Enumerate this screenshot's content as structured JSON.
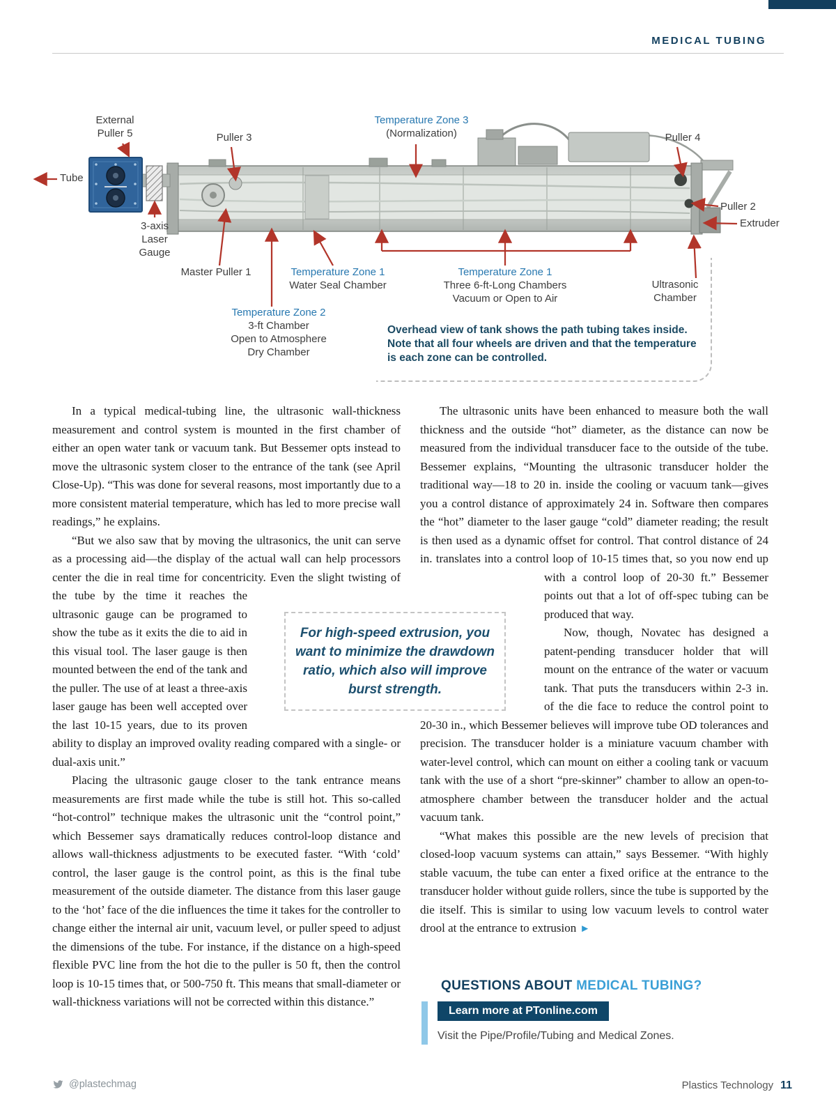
{
  "header": {
    "section_tag": "MEDICAL TUBING"
  },
  "diagram": {
    "labels": {
      "external_puller": {
        "l1": "External",
        "l2": "Puller 5"
      },
      "puller3": "Puller 3",
      "tz3": {
        "title": "Temperature Zone 3",
        "sub": "(Normalization)"
      },
      "puller4": "Puller 4",
      "tube": "Tube",
      "laser_gauge": {
        "l1": "3-axis",
        "l2": "Laser",
        "l3": "Gauge"
      },
      "puller2": "Puller 2",
      "extruder": "Extruder",
      "master_puller": "Master Puller 1",
      "tz1_water": {
        "title": "Temperature Zone 1",
        "sub": "Water Seal Chamber"
      },
      "tz1_chambers": {
        "title": "Temperature Zone 1",
        "sub1": "Three 6-ft-Long Chambers",
        "sub2": "Vacuum or Open to Air"
      },
      "ultrasonic": {
        "l1": "Ultrasonic",
        "l2": "Chamber"
      },
      "tz2": {
        "title": "Temperature Zone 2",
        "sub1": "3-ft Chamber",
        "sub2": "Open to Atmosphere",
        "sub3": "Dry Chamber"
      }
    },
    "caption": "Overhead view of tank shows the path tubing takes inside. Note that all four wheels are driven and that the temperature is each zone can be controlled."
  },
  "article": {
    "left": {
      "p1": "In a typical medical-tubing line, the ultrasonic wall-thickness measurement and control system is mounted in the first chamber of either an open water tank or vacuum tank. But Bessemer opts instead to move the ultrasonic system closer to the entrance of the tank (see April Close-Up). “This was done for several reasons, most importantly due to a more consistent material temperature, which has led to more precise wall readings,” he explains.",
      "p2a": "“But we also saw that by moving the ultrasonics, the unit can serve as a processing aid—the display of the actual wall can help processors center the die in real time for concentricity. Even the ",
      "p2b": "slight twisting of the tube by the time it reaches the ultrasonic gauge can be programed to show the tube as it exits the die to aid in this visual tool. The laser gauge is then mounted between the end of the tank and the puller. The use of at least a three-axis laser gauge has been well accepted over the last 10-15 years, due to its proven ability to display an improved ovality reading compared with a single- or dual-axis unit.”",
      "p3": "Placing the ultrasonic gauge closer to the tank entrance means measurements are first made while the tube is still hot. This so-called “hot-control” technique makes the ultrasonic unit the “control point,” which Bessemer says dramatically reduces control-loop distance and allows wall-thickness adjustments to be executed faster. “With ‘cold’ control, the laser gauge is the control point, as this is the final tube measurement of the outside diameter. The distance from this laser gauge to the ‘hot’ face of the die influences the time it takes for the controller to change either the internal air unit, vacuum level, or puller speed to adjust the dimensions of the tube. For instance, if the distance on a high-speed flexible PVC line from the hot die to the puller is 50 ft, then the control loop is 10-15 times that, or 500-750 ft. This means that small-diameter or wall-thickness variations will not be corrected within this distance.”"
    },
    "right": {
      "p1a": "The ultrasonic units have been enhanced to measure both the wall thickness and the outside “hot” diameter, as the distance can now be measured from the individual transducer face to the outside of the tube. Bessemer explains, “Mounting the ultrasonic transducer holder the traditional way—18 to 20 in. inside the cooling or vacuum tank—gives you a control distance of approximately 24 in. Software then compares the “hot” diameter to the laser gauge “cold” diameter reading; the result is then used as a dynamic offset for control. That control distance of 24 in. translates into a control loop of 10-15 times that, so ",
      "p1b": "you now end up with a control loop of 20-30 ft.” Bessemer points out that a lot of off-spec tubing can be produced that way.",
      "p2": "Now, though, Novatec has designed a patent-pending transducer holder that will mount on the entrance of the water or vacuum tank. That puts the transducers within 2-3 in. of the die face to reduce the control point to 20-30 in., which Bessemer believes will improve tube OD tolerances and precision. The transducer holder is a miniature vacuum chamber with water-level control, which can mount on either a cooling tank or vacuum tank with the use of a short “pre-skinner” chamber to allow an open-to-atmosphere chamber between the transducer holder and the actual vacuum tank.",
      "p3": "“What makes this possible are the new levels of precision that closed-loop vacuum systems can attain,” says Bessemer. “With highly stable vacuum, the tube can enter a fixed orifice at the entrance to the transducer holder without guide rollers, since the tube is supported by the die itself. This is similar to using low vacuum levels to control water drool at the entrance to extrusion",
      "continuation_arrow": "►"
    }
  },
  "pullquote": "For high-speed extrusion, you want to minimize the drawdown ratio, which also will improve burst strength.",
  "questions": {
    "prefix": "QUESTIONS ABOUT ",
    "topic": "MEDICAL TUBING?",
    "button_label": "Learn more at PTonline.com",
    "visit_text": "Visit the Pipe/Profile/Tubing and Medical Zones."
  },
  "footer": {
    "twitter_handle": "@plastechmag",
    "magazine_name": "Plastics Technology",
    "page_number": "11"
  },
  "colors": {
    "navy": "#123f5e",
    "zone_blue": "#2878b0",
    "arrow_red": "#b2352a",
    "light_blue": "#3a9fd6",
    "quote_blue": "#1c4f6e"
  }
}
